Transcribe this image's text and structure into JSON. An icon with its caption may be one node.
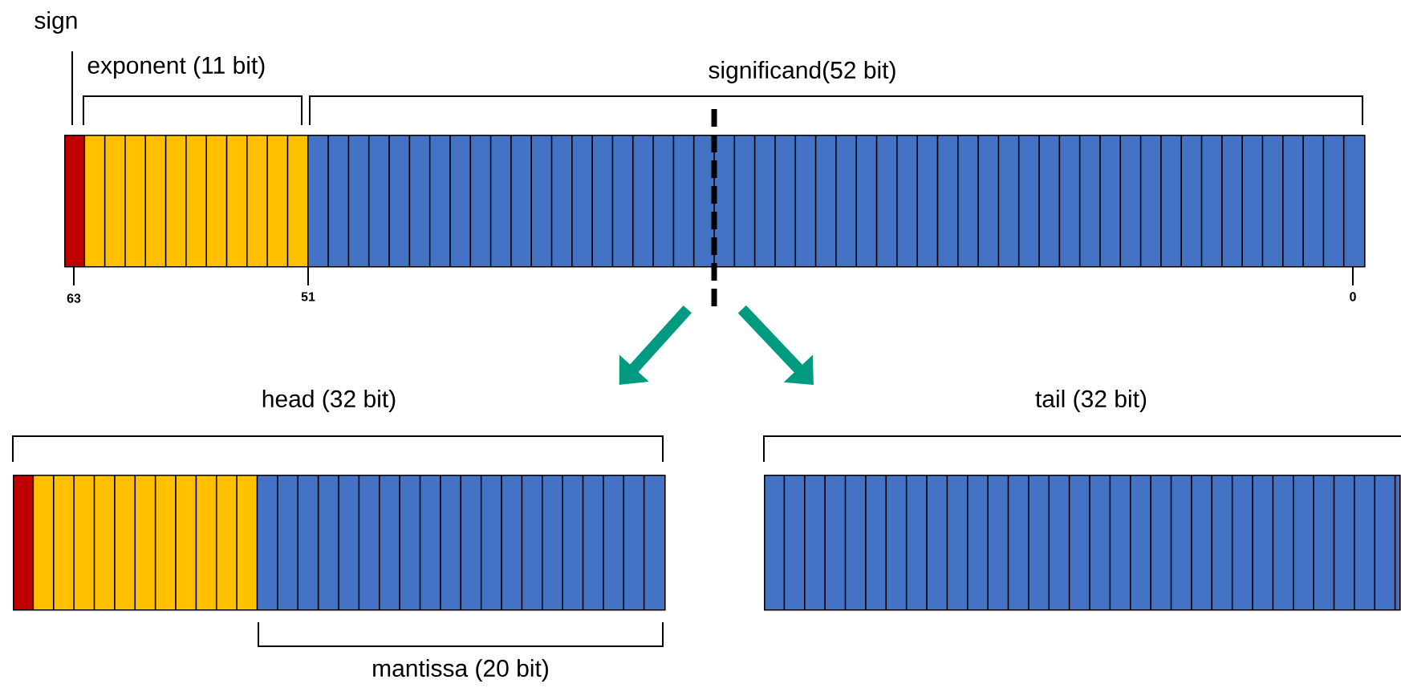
{
  "diagram": {
    "nodes": [
      {
        "text": [],
        "shape": "bar"
      },
      {
        "text": [],
        "shape": "bar"
      },
      {
        "text": [],
        "shape": "bar"
      }
    ],
    "edges": [
      {
        "from": 0,
        "to": 1,
        "arrow": "to"
      },
      {
        "from": 0,
        "to": 2,
        "arrow": "to"
      }
    ],
    "labels": [
      "sign",
      "exponent (11 bit)",
      "significand(52 bit)",
      "63",
      "51",
      "0",
      "head (32 bit)",
      "tail (32 bit)",
      "mantissa (20 bit)"
    ]
  }
}
